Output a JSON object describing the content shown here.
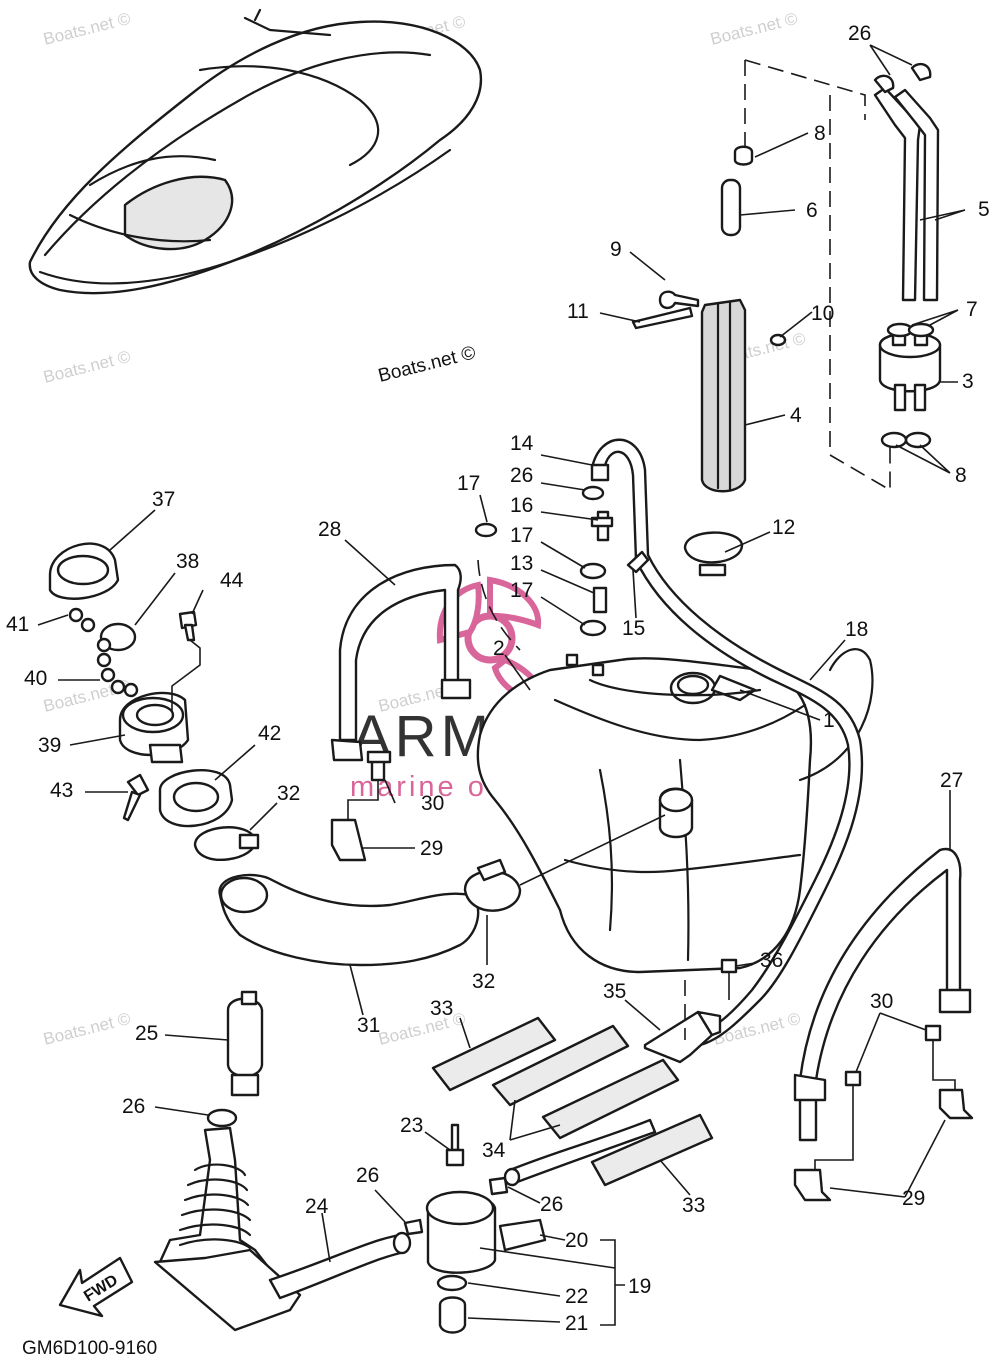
{
  "diagram": {
    "code": "GM6D100-9160",
    "direction_label": "FWD",
    "watermark_text": "Boats.net ©",
    "logo": {
      "name": "ARMADA",
      "tagline": "marine outboards",
      "color": "#d9669a",
      "text_color": "#333333"
    },
    "callouts": [
      "1",
      "2",
      "3",
      "4",
      "5",
      "6",
      "7",
      "8",
      "8",
      "9",
      "10",
      "11",
      "12",
      "13",
      "14",
      "15",
      "16",
      "17",
      "17",
      "17",
      "18",
      "19",
      "20",
      "21",
      "22",
      "23",
      "24",
      "25",
      "26",
      "26",
      "26",
      "26",
      "26",
      "27",
      "28",
      "29",
      "29",
      "30",
      "30",
      "31",
      "32",
      "32",
      "33",
      "33",
      "34",
      "35",
      "36",
      "37",
      "38",
      "39",
      "40",
      "41",
      "42",
      "43",
      "44"
    ]
  }
}
